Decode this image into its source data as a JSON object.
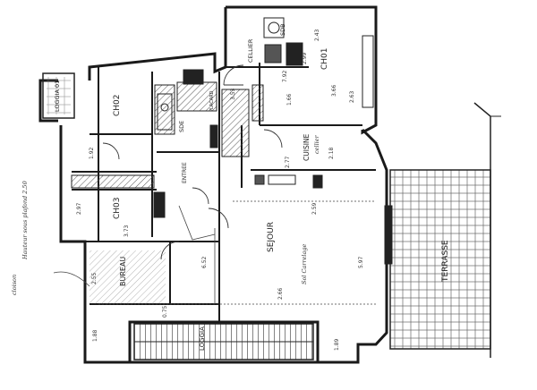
{
  "rooms": {
    "ch1": "CH01",
    "ch2": "CH02",
    "ch3": "CH03",
    "loggia_top": "LOGGIA 01",
    "loggia_bottom": "LOGGIA",
    "sejour": "SEJOUR",
    "cuisine": "CUISINE",
    "bureau": "BUREAU",
    "terrasse": "TERRASSE",
    "cellier": "CELLIER",
    "sdb": "SDB",
    "sde": "SDE",
    "placard": "PLACARD",
    "entree": "ENTREE"
  },
  "dims": {
    "d_2_99": "2.99",
    "d_2_43": "2.43",
    "d_1_66": "1.66",
    "d_7_92": "7.92",
    "d_3_66": "3.66",
    "d_1_92": "1.92",
    "d_2_77": "2.77",
    "d_2_18": "2.18",
    "d_2_97": "2.97",
    "d_3_73": "3.73",
    "d_6_52": "6.52",
    "d_2_59": "2.59",
    "d_5_97": "5.97",
    "d_2_63": "2.63",
    "d_2_66": "2.66",
    "d_2_55": "2.55",
    "d_3_53": "3.53",
    "d_1_88": "1.88",
    "d_1_89": "1.89",
    "d_0_75": "0.75"
  },
  "notes": {
    "cuisine_sub": "cellier",
    "sejour_note": "Sol Carrelage",
    "left_note": "Hauteur sous plafond 2.50",
    "left_note2": "cloison"
  },
  "colors": {
    "ink": "#1a1a1a",
    "hatch": "#555555",
    "paper": "#ffffff"
  }
}
